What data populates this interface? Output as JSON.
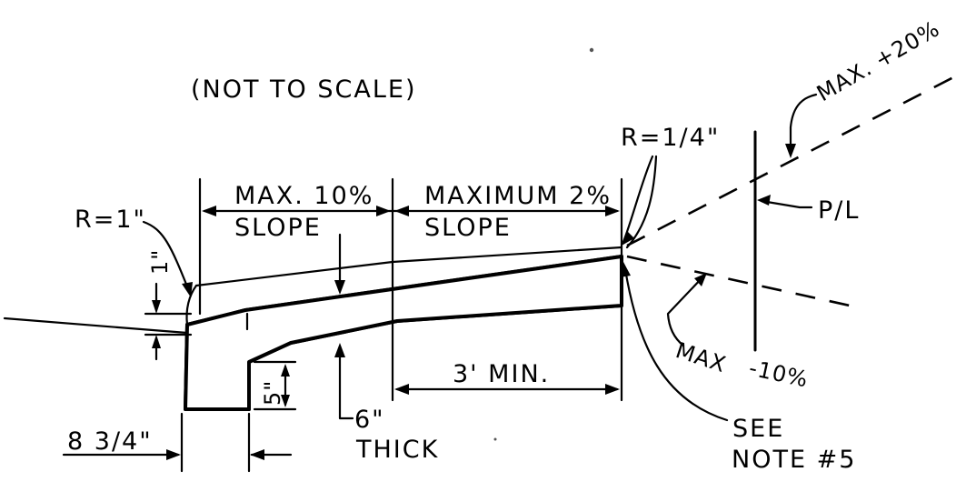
{
  "labels": {
    "scale_note": "(NOT TO SCALE)",
    "r_curb": "R=1\"",
    "curb_height": "1\"",
    "max_10": "MAX. 10%",
    "slope_left": "SLOPE",
    "maximum_2": "MAXIMUM 2%",
    "slope_right": "SLOPE",
    "r_edge": "R=1/4\"",
    "property_line": "P/L",
    "max_plus_20": "MAX. +20%",
    "max_minus": "MAX",
    "minus_10": "-10%",
    "five_inch": "5\"",
    "three_min": "3' MIN.",
    "six_inch": "6\"",
    "thick": "THICK",
    "curb_width": "8 3/4\"",
    "see": "SEE",
    "note5": "NOTE #5"
  }
}
